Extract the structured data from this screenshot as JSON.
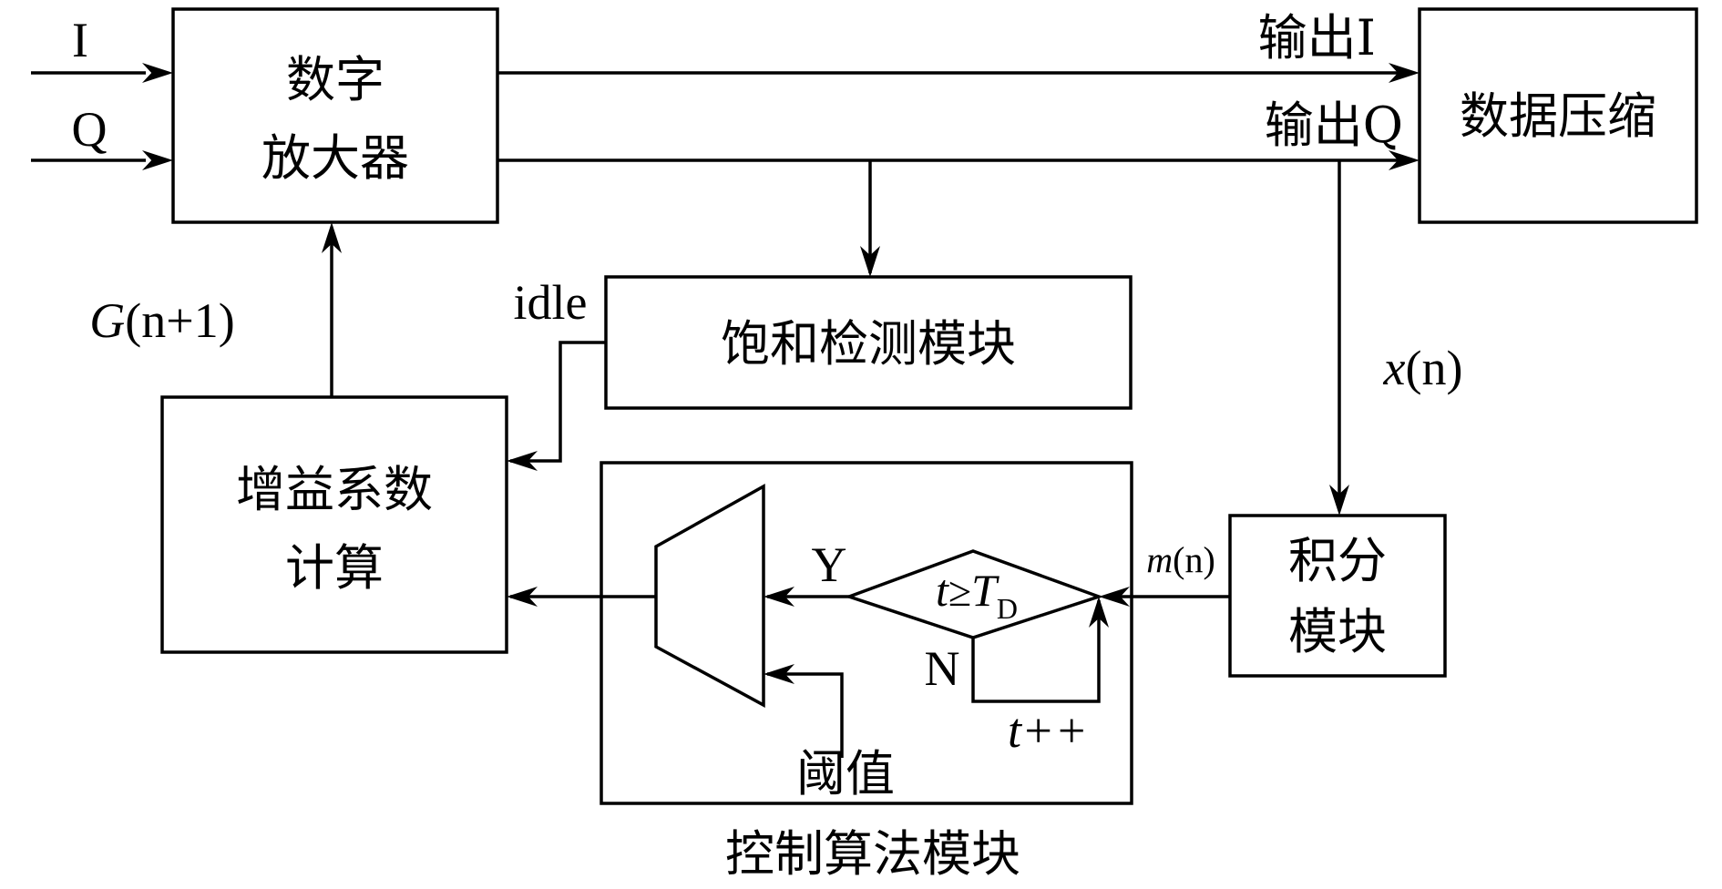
{
  "inputs": {
    "i": "I",
    "q": "Q"
  },
  "amplifier": {
    "line1": "数字",
    "line2": "放大器"
  },
  "outputs": {
    "i": "输出I",
    "q": "输出Q"
  },
  "compression": {
    "label": "数据压缩"
  },
  "saturation": {
    "label": "饱和检测模块"
  },
  "idle": "idle",
  "gain_feedback": {
    "g": "G",
    "expr": "(n+1)"
  },
  "gain_calc": {
    "line1": "增益系数",
    "line2": "计算"
  },
  "signal_x": {
    "x": "x",
    "expr": "(n)"
  },
  "integrator": {
    "line1": "积分",
    "line2": "模块"
  },
  "signal_m": {
    "m": "m",
    "expr": "(n)"
  },
  "control": {
    "title": "控制算法模块",
    "yes": "Y",
    "no": "N",
    "condition_t": "t",
    "condition_ge": "≥",
    "condition_T": "T",
    "condition_sub": "D",
    "increment": "t++",
    "threshold": "阈值"
  }
}
